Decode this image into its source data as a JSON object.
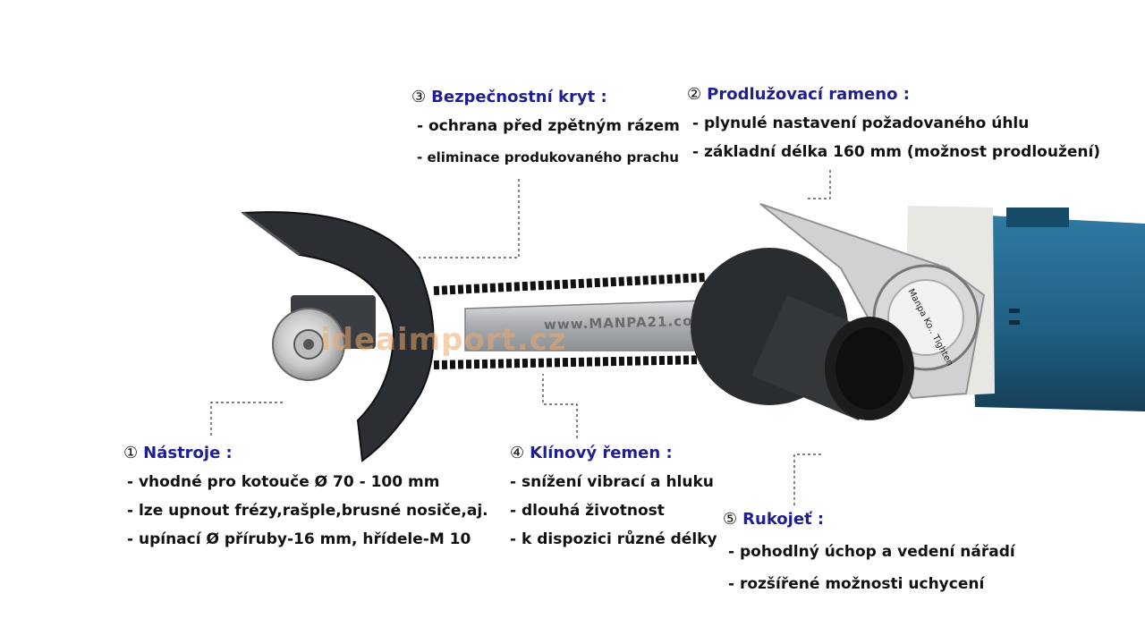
{
  "labels": {
    "nastroje": {
      "number": "①",
      "title": "Nástroje :",
      "items": [
        "- vhodné pro kotouče Ø 70 - 100 mm",
        "- lze upnout frézy,rašple,brusné nosiče,aj.",
        "- upínací Ø příruby-16 mm, hřídele-M 10"
      ]
    },
    "rameno": {
      "number": "②",
      "title": "Prodlužovací rameno :",
      "items": [
        "- plynulé nastavení požadovaného úhlu",
        "- základní délka 160 mm (možnost prodloužení)"
      ]
    },
    "kryt": {
      "number": "③",
      "title": "Bezpečnostní kryt :",
      "items": [
        "- ochrana před zpětným rázem",
        "- eliminace produkovaného prachu"
      ]
    },
    "remen": {
      "number": "④",
      "title": "Klínový řemen :",
      "items": [
        "- snížení vibrací a hluku",
        "- dlouhá životnost",
        "- k dispozici různé délky"
      ]
    },
    "rukojet": {
      "number": "⑤",
      "title": "Rukojeť :",
      "items": [
        "- pohodlný úchop a vedení nářadí",
        "- rozšířené možnosti uchycení"
      ]
    }
  },
  "watermark": "ideaimport.cz",
  "arm_print": "www.MANPA21.co",
  "disc_print": "Manpa Ko..  Tighten",
  "colors": {
    "title": "#1f1f8f",
    "text": "#111111",
    "guard": "#2b2f33",
    "arm": "#b9bcbf",
    "grinder_body": "#1f5f82",
    "handle": "#2a2d30"
  }
}
